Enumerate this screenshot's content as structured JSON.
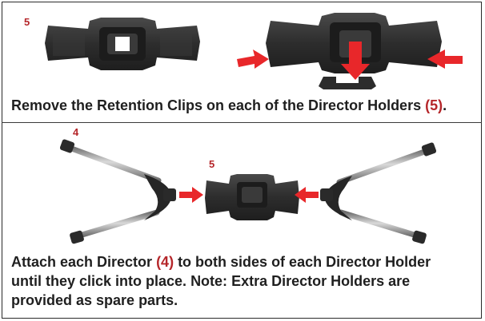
{
  "step1": {
    "part_label": "5",
    "instruction_prefix": "Remove the Retention Clips on each of the Director Holders ",
    "instruction_ref": "(5)",
    "instruction_suffix": "."
  },
  "step2": {
    "director_label": "4",
    "holder_label": "5",
    "instruction_prefix": "Attach each Director ",
    "instruction_ref": "(4)",
    "instruction_mid": " to both sides of each Director Holder until they click into place. ",
    "note_label": "Note:",
    "note_text": " Extra Director Holders are provided as spare parts."
  },
  "colors": {
    "accent_red": "#b5262a",
    "arrow_red": "#e8272a",
    "part_dark": "#2b2b2b",
    "rod_silver": "#9a9a9a"
  }
}
